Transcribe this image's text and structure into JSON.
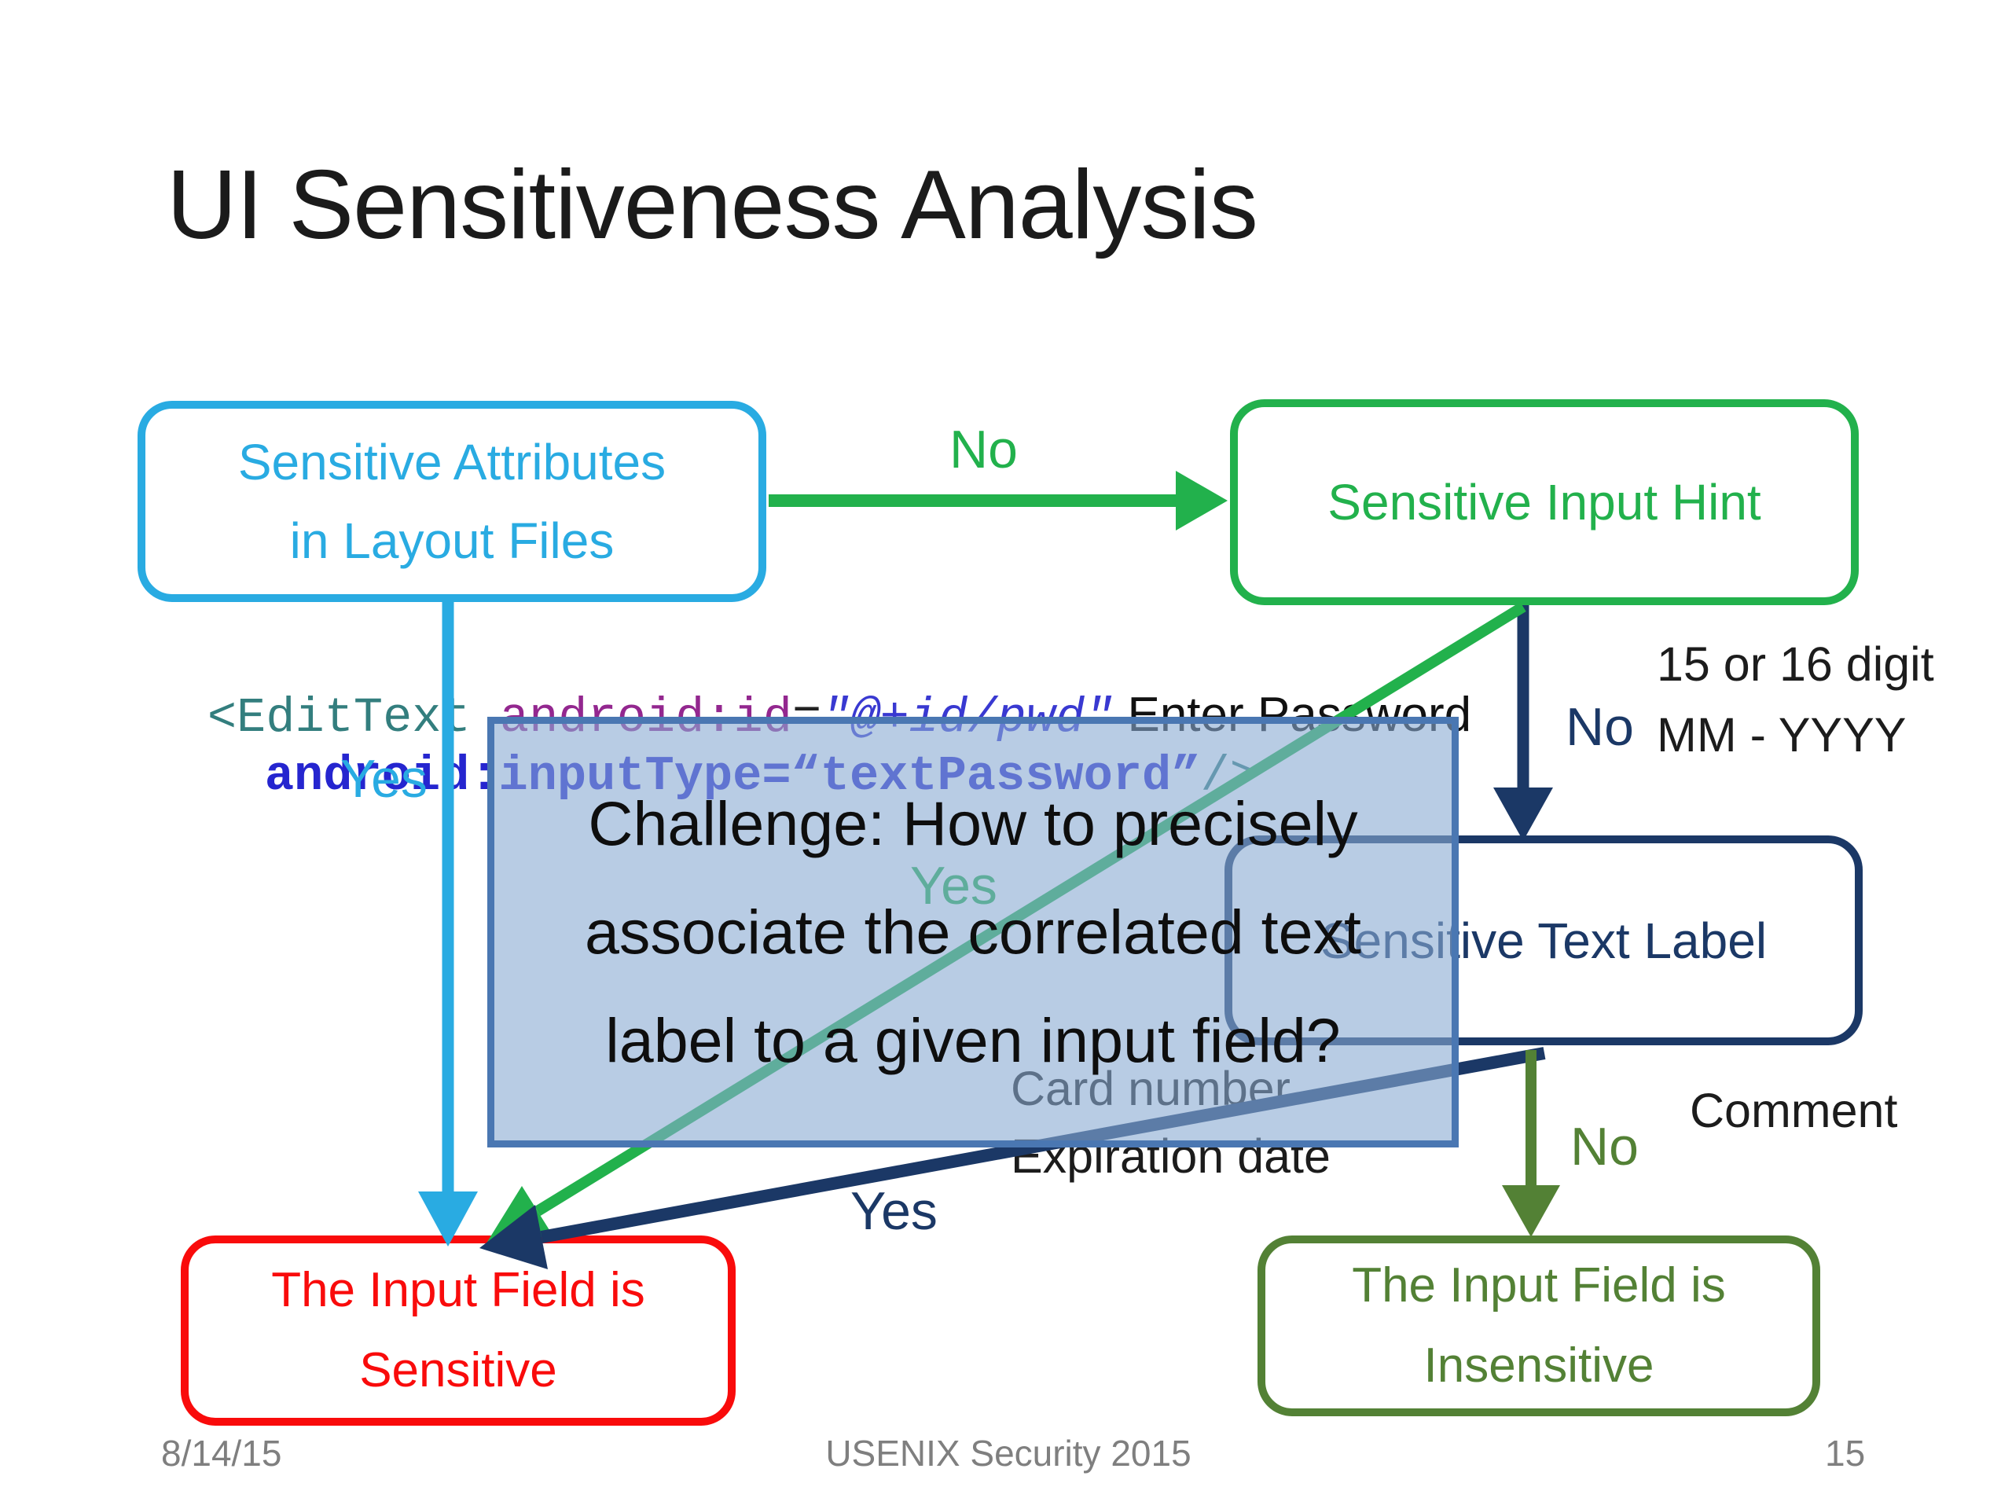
{
  "title": "UI Sensitiveness Analysis",
  "boxes": {
    "sensitive_attrs": {
      "line1": "Sensitive Attributes",
      "line2": "in Layout Files"
    },
    "input_hint": {
      "label": "Sensitive Input Hint"
    },
    "text_label": {
      "label": "Sensitive Text Label"
    },
    "input_sensitive": {
      "line1": "The Input Field is",
      "line2": "Sensitive"
    },
    "input_insensitive": {
      "line1": "The Input Field is",
      "line2": "Insensitive"
    }
  },
  "challenge": {
    "line1": "Challenge: How to precisely",
    "line2": "associate the correlated text",
    "line3": "label to a given input field?"
  },
  "code": {
    "tag_open": "<EditText ",
    "attr_id": "android:id",
    "equals": "=",
    "id_value": "\"@+id/pwd\"",
    "hint_text": " Enter Password",
    "attr_input_type": "android:inputType=",
    "input_type_value": "“textPassword”",
    "tag_close": "/>"
  },
  "edge_labels": {
    "no_to_hint": "No",
    "yes_from_attrs": "Yes",
    "no_to_text_label": "No",
    "yes_from_hint": "Yes",
    "yes_from_text_label": "Yes",
    "no_to_insensitive": "No"
  },
  "annotations": {
    "digits": "15 or 16 digit",
    "date_format": "MM - YYYY",
    "card_number": "Card number",
    "expiration_date": "Expiration date",
    "comment": "Comment"
  },
  "footer": {
    "date": "8/14/15",
    "venue": "USENIX Security 2015",
    "page": "15"
  },
  "colors": {
    "cyan": "#29ABE2",
    "green": "#22B14C",
    "navy": "#1B3866",
    "olive": "#538135",
    "red": "#F90B0B",
    "gray": "#7F7F7F",
    "codeteal": "#337E7E",
    "codepurple": "#93278F",
    "codeblue": "#3939D1",
    "codeboldblue": "#2525CF",
    "overlayborder": "#4A77B2",
    "overlayfill": "rgba(137,170,210,0.6)"
  }
}
